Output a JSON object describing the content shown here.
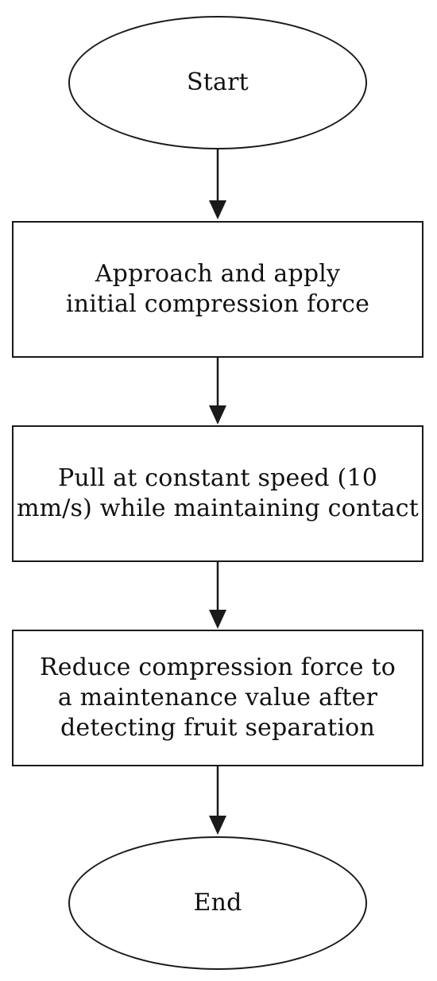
{
  "flowchart": {
    "start_label": "Start",
    "steps": [
      {
        "label": "Approach and apply\ninitial compression force"
      },
      {
        "label": "Pull at constant speed (10\nmm/s) while maintaining contact"
      },
      {
        "label": "Reduce compression force to\na maintenance value after\ndetecting fruit separation"
      }
    ],
    "end_label": "End"
  },
  "colors": {
    "stroke": "#1a1a1a",
    "fill": "#ffffff",
    "text": "#111111"
  }
}
